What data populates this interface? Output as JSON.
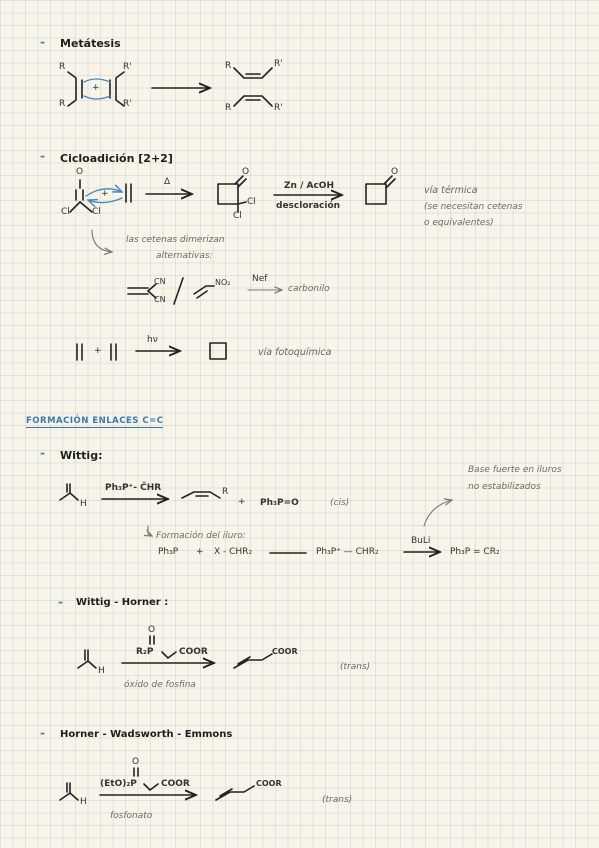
{
  "metatesis": {
    "dash": "-",
    "title": "Metátesis",
    "r_top_left": "R",
    "r_top_right": "R'",
    "r_bot_left": "R",
    "r_bot_right": "R'",
    "plus": "+",
    "p_r1": "R",
    "p_r1p": "R'",
    "p_r2": "R",
    "p_r2p": "R'"
  },
  "cicloadicion": {
    "dash": "-",
    "title": "Cicloadición [2+2]",
    "o_label": "O",
    "cl_left": "Cl",
    "cl_right": "Cl",
    "plus": "+",
    "delta": "Δ",
    "prod_o": "O",
    "prod_cl1": "Cl",
    "prod_cl2": "Cl",
    "reagent": "Zn / AcOH",
    "reagent_note": "descloración",
    "final_o": "O",
    "note_line1": "vía térmica",
    "note_line2": "(se necesitan cetenas",
    "note_line3": "o equivalentes)",
    "alt_line1": "las cetenas dimerizan",
    "alt_line2": "alternativas:",
    "cn1": "CN",
    "cn2": "CN",
    "no2": "NO₂",
    "nef": "Nef",
    "carbonilo": "carbonilo",
    "plus2": "+",
    "hv": "hν",
    "photo_note": "vía fotoquímica"
  },
  "formacion": {
    "section_title": "FORMACIÓN ENLACES C=C"
  },
  "wittig": {
    "dash": "-",
    "title": "Wittig:",
    "h": "H",
    "reagent": "Ph₃P⁺- C̄HR",
    "product_r": "R",
    "plus": "+",
    "byproduct": "Ph₃P=O",
    "stereo": "(cis)",
    "base_note1": "Base fuerte en iluros",
    "base_note2": "no estabilizados",
    "ylide_title": "Formación del iluro:",
    "ylide_ph3p": "Ph₃P",
    "ylide_plus": "+",
    "ylide_x": "X - CHR₂",
    "ylide_salt": "Ph₃P⁺ — CHR₂",
    "buli": "BuLi",
    "ylide_final": "Ph₃P = CR₂"
  },
  "horner": {
    "dash": "-",
    "title": "Wittig - Horner :",
    "h": "H",
    "o": "O",
    "reagent": "R₂P",
    "coor": "COOR",
    "note": "óxido de fosfina",
    "product_coor": "COOR",
    "stereo": "(trans)"
  },
  "hwe": {
    "dash": "-",
    "title": "Horner - Wadsworth - Emmons",
    "h": "H",
    "o": "O",
    "reagent": "(EtO)₂P",
    "coor": "COOR",
    "note": "fosfonato",
    "product_coor": "COOR",
    "stereo": "(trans)"
  }
}
